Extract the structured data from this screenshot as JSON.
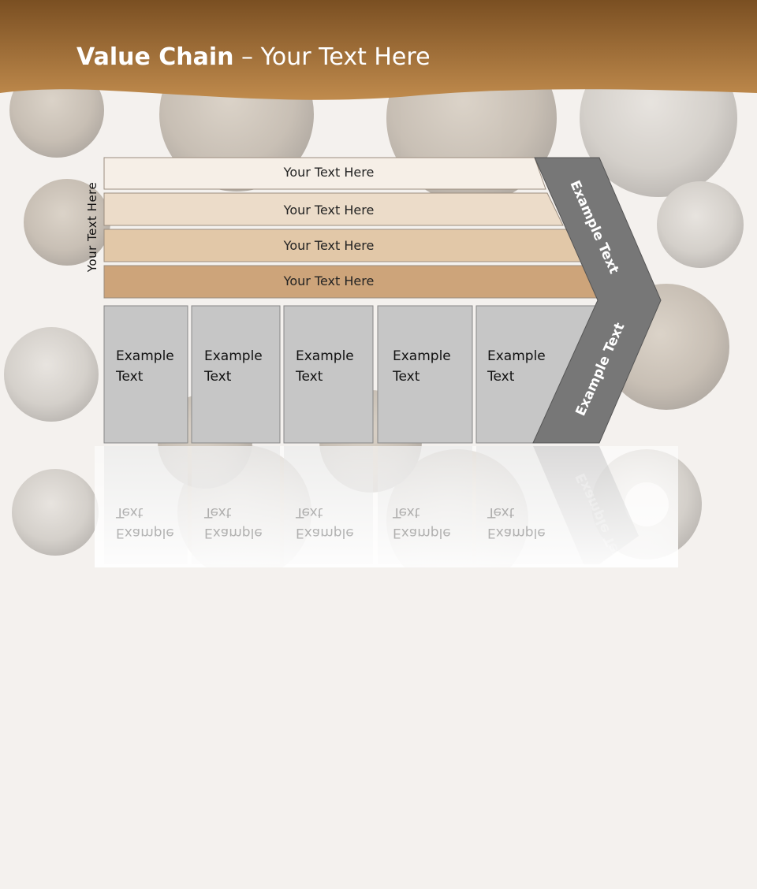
{
  "title": {
    "bold": "Value Chain",
    "rest": " – Your Text Here"
  },
  "vertical_label": "Your Text Here",
  "rows": [
    {
      "label": "Your Text Here"
    },
    {
      "label": "Your Text Here"
    },
    {
      "label": "Your Text Here"
    },
    {
      "label": "Your Text Here"
    }
  ],
  "boxes": [
    {
      "line1": "Example",
      "line2": "Text"
    },
    {
      "line1": "Example",
      "line2": "Text"
    },
    {
      "line1": "Example",
      "line2": "Text"
    },
    {
      "line1": "Example",
      "line2": "Text"
    },
    {
      "line1": "Example",
      "line2": "Text"
    }
  ],
  "arrow": {
    "upper_label": "Example Text",
    "lower_label": "Example Text"
  },
  "colors": {
    "header_dark": "#7a4f22",
    "header_light": "#c08b4d",
    "row_fills": [
      "#f6efe7",
      "#ecdcc9",
      "#e2c8a8",
      "#cda47a"
    ],
    "box_fill": "#c6c6c6",
    "arrow_fill": "#777777"
  }
}
